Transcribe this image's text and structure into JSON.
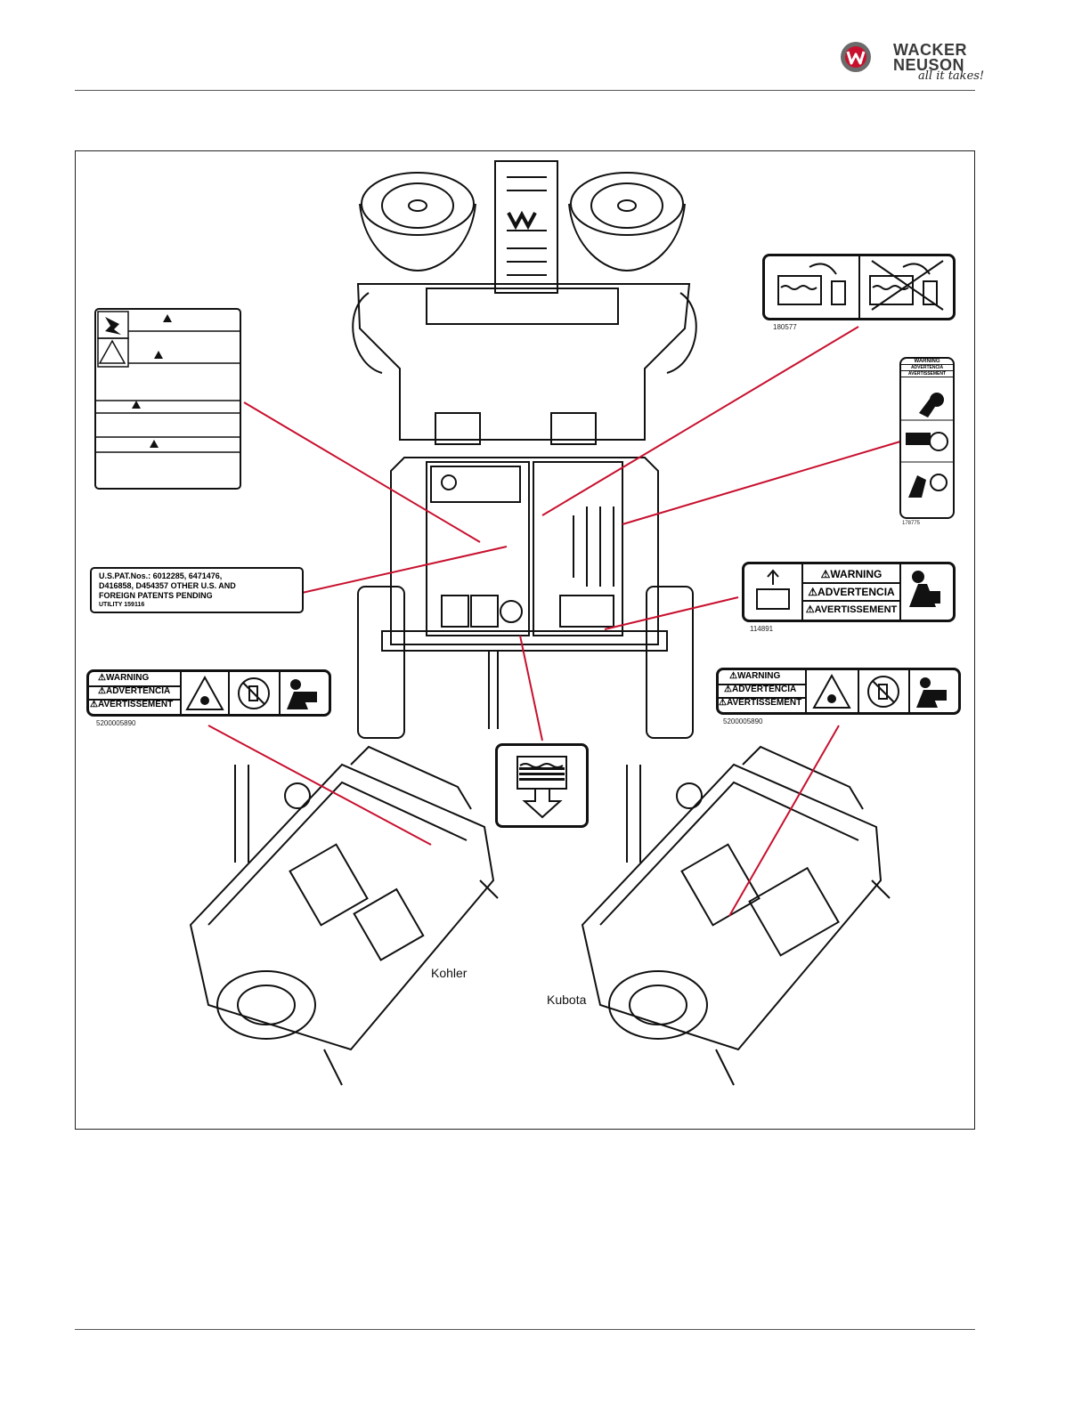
{
  "header": {
    "brand_line1": "WACKER",
    "brand_line2": "NEUSON",
    "tagline": "all it takes!"
  },
  "figure": {
    "patent_label": {
      "line1": "U.S.PAT.Nos.: 6012285, 6471476,",
      "line2": "D416858, D454357 OTHER U.S. AND",
      "line3": "FOREIGN PATENTS PENDING",
      "line4": "UTILITY 159116"
    },
    "fuel_warning_left": {
      "w1": "WARNING",
      "w2": "ADVERTENCIA",
      "w3": "AVERTISSEMENT",
      "part_no": "5200005890"
    },
    "fuel_warning_right": {
      "w1": "WARNING",
      "w2": "ADVERTENCIA",
      "w3": "AVERTISSEMENT",
      "part_no": "5200005890"
    },
    "battery_warning": {
      "w1": "WARNING",
      "w2": "ADVERTENCIA",
      "w3": "AVERTISSEMENT",
      "part_no": "114891"
    },
    "rotating_parts_warning": {
      "w1": "WARNING",
      "w2": "ADVERTENCIA",
      "w3": "AVERTISSEMENT",
      "part_no": "178775"
    },
    "coolant_decal_part_no": "180577",
    "engine_labels": {
      "kohler": "Kohler",
      "kubota": "Kubota"
    }
  }
}
